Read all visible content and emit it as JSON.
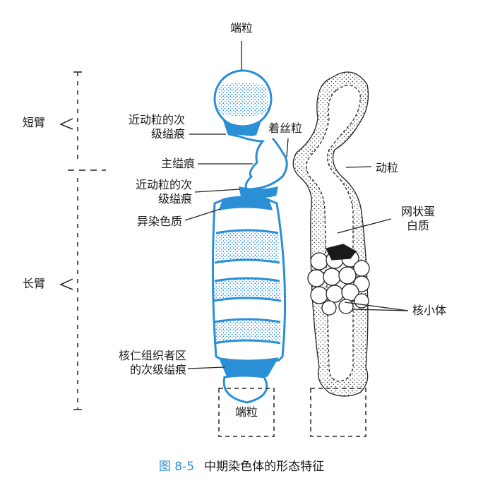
{
  "labels": {
    "telomere_top": "端粒",
    "telomere_bottom": "端粒",
    "kinetochore": "着丝粒",
    "centromere_side": "动粒",
    "short_arm": "短臂",
    "long_arm": "长臂",
    "proximal_sec_1": "近动粒的次\n级缢痕",
    "primary_constriction": "主缢痕",
    "proximal_sec_2": "近动粒的次\n级缢痕",
    "heterochromatin": "异染色质",
    "protein_network": "网状蛋\n白质",
    "nucleolus": "核小体",
    "nucleolar_org": "核仁组织者区\n的次级缢痕"
  },
  "caption": {
    "figure_number": "图 8-5",
    "title": "中期染色体的形态特征"
  },
  "colors": {
    "chromatid_blue": "#2b8fd6",
    "ink": "#1a1a1a"
  }
}
